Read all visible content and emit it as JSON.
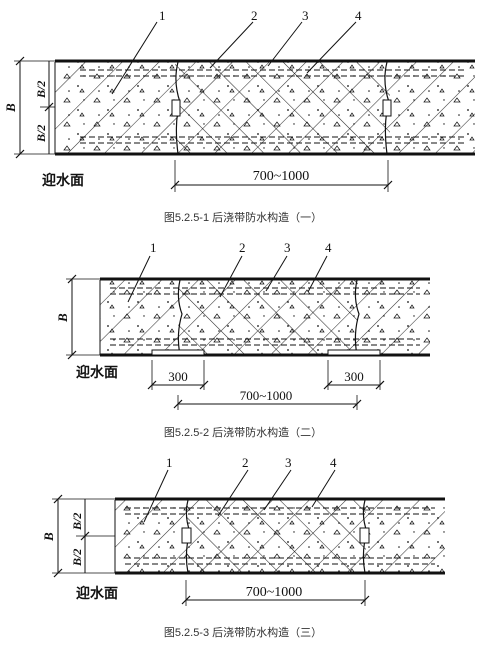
{
  "figures": [
    {
      "callouts": [
        "1",
        "2",
        "3",
        "4"
      ],
      "dim_total": "B",
      "dim_half_top": "B/2",
      "dim_half_bottom": "B/2",
      "face_label": "迎水面",
      "band_width": "700~1000",
      "caption": "图5.2.5-1 后浇带防水构造（一）"
    },
    {
      "callouts": [
        "1",
        "2",
        "3",
        "4"
      ],
      "dim_total": "B",
      "face_label": "迎水面",
      "strip_left": "300",
      "strip_right": "300",
      "band_width": "700~1000",
      "caption": "图5.2.5-2 后浇带防水构造（二）"
    },
    {
      "callouts": [
        "1",
        "2",
        "3",
        "4"
      ],
      "dim_total": "B",
      "dim_half_top": "B/2",
      "dim_half_bottom": "B/2",
      "face_label": "迎水面",
      "band_width": "700~1000",
      "caption": "图5.2.5-3 后浇带防水构造（三）"
    }
  ],
  "colors": {
    "ink": "#111111",
    "caption": "#333333",
    "background": "#ffffff"
  }
}
